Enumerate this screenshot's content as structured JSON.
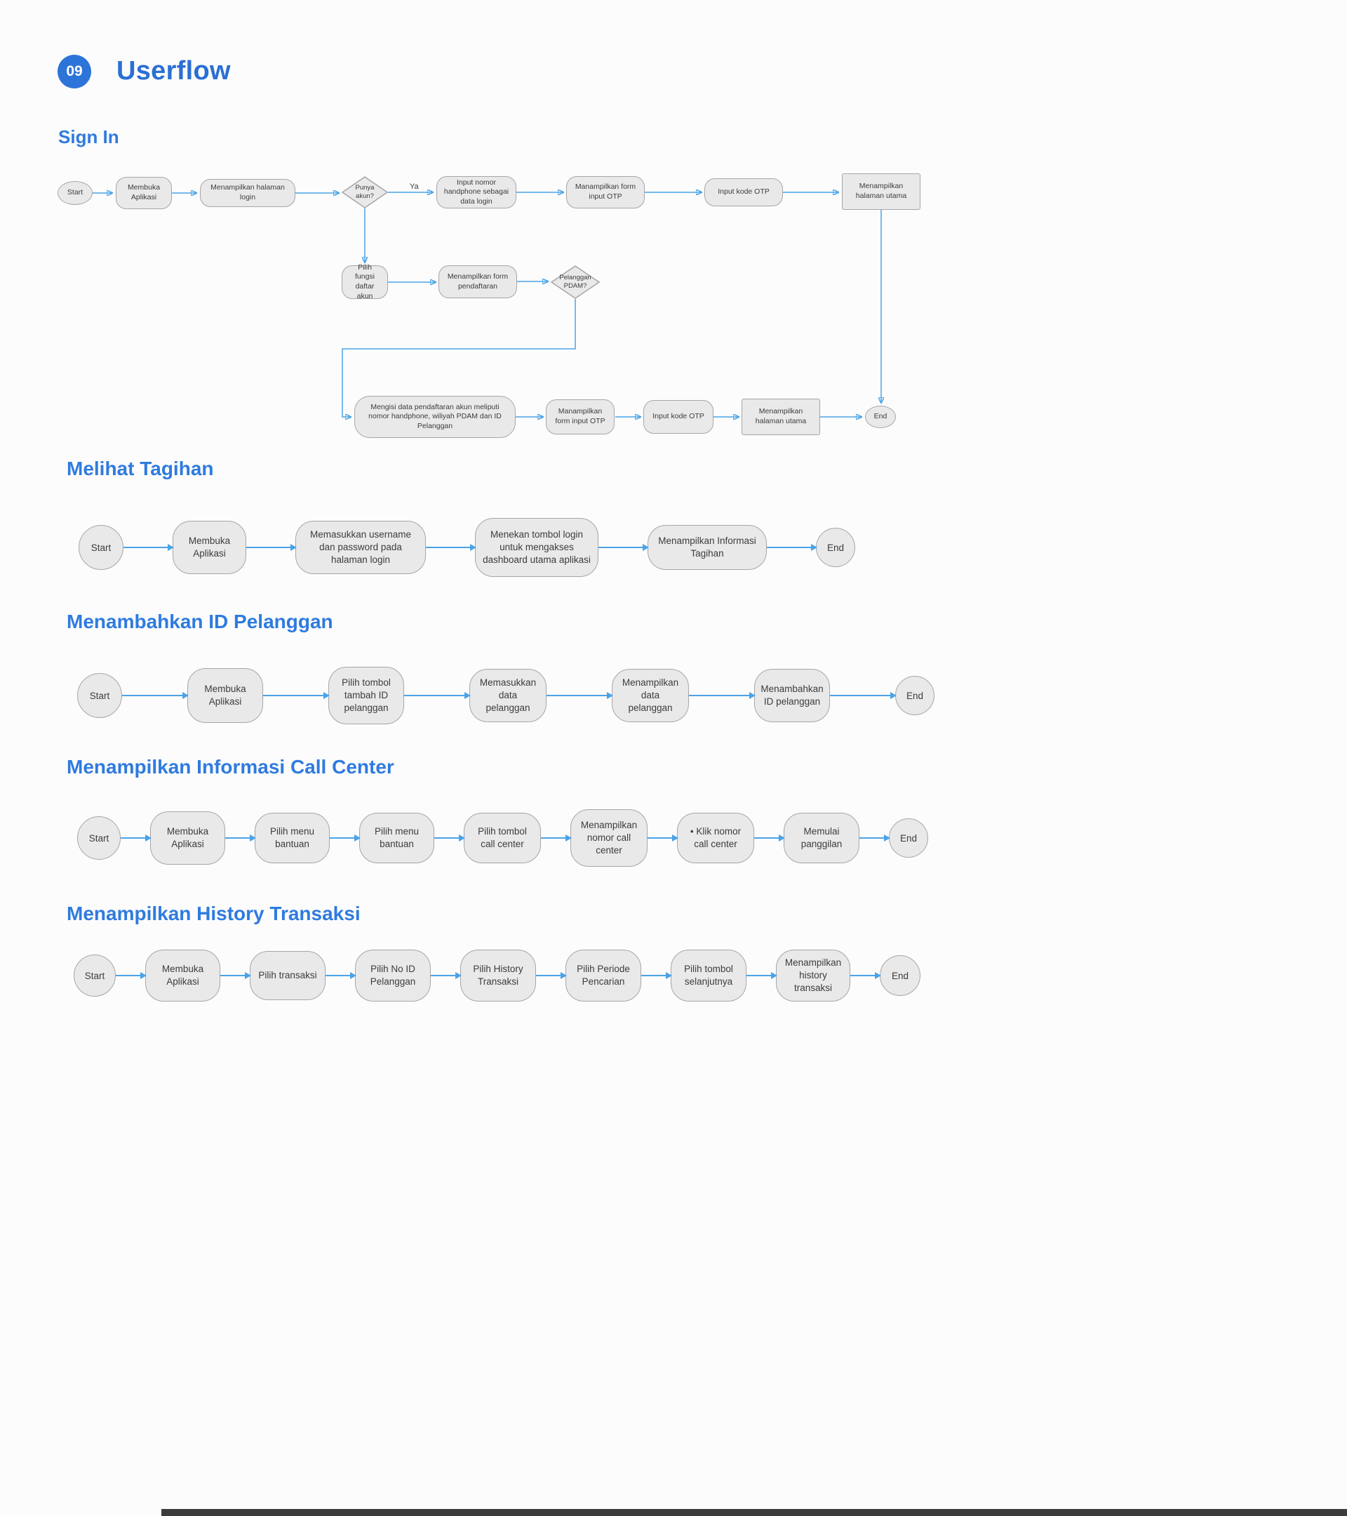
{
  "page": {
    "badge": "09",
    "title": "Userflow",
    "colors": {
      "accent": "#2a6fd4",
      "heading": "#2f7bdf",
      "arrow": "#4aa3e8",
      "node_fill": "#e9e9ea",
      "node_border": "#a6a6aa"
    }
  },
  "signin": {
    "heading": "Sign In",
    "nodes": {
      "start": "Start",
      "membuka": "Membuka Aplikasi",
      "halaman_login": "Menampilkan halaman login",
      "punya_akun": "Punya akun?",
      "ya": "Ya",
      "input_nomor": "Input nomor handphone sebagai data login",
      "form_otp_1": "Manampilkan form input OTP",
      "input_kode_1": "Input kode OTP",
      "halaman_utama_1": "Menampilkan halaman utama",
      "pilih_daftar": "Pilih fungsi daftar akun",
      "form_pendaftaran": "Menampilkan form pendaftaran",
      "pelanggan_pdam": "Pelanggan PDAM?",
      "mengisi_data": "Mengisi data pendaftaran akun meliputi nomor handphone, wiliyah PDAM dan ID Pelanggan",
      "form_otp_2": "Manampilkan form input OTP",
      "input_kode_2": "Input kode OTP",
      "halaman_utama_2": "Menampilkan halaman utama",
      "end": "End"
    }
  },
  "flows": [
    {
      "heading": "Melihat Tagihan",
      "indent": 112,
      "arrow": 70,
      "nodes": [
        {
          "type": "terminal",
          "label": "Start",
          "d": 64
        },
        {
          "type": "process",
          "label": "Membuka Aplikasi",
          "w": 105,
          "h": 76
        },
        {
          "type": "process",
          "label": "Memasukkan username dan password pada halaman login",
          "w": 186,
          "h": 76
        },
        {
          "type": "process",
          "label": "Menekan tombol login untuk mengakses dashboard utama aplikasi",
          "w": 176,
          "h": 84
        },
        {
          "type": "process",
          "label": "Menampilkan Informasi Tagihan",
          "w": 170,
          "h": 64
        },
        {
          "type": "terminal",
          "label": "End",
          "d": 56
        }
      ]
    },
    {
      "heading": "Menambahkan ID Pelanggan",
      "indent": 110,
      "arrow": 93,
      "nodes": [
        {
          "type": "terminal",
          "label": "Start",
          "d": 64
        },
        {
          "type": "process",
          "label": "Membuka Aplikasi",
          "w": 108,
          "h": 78
        },
        {
          "type": "process",
          "label": "Pilih tombol tambah ID pelanggan",
          "w": 108,
          "h": 82
        },
        {
          "type": "process",
          "label": "Memasukkan data pelanggan",
          "w": 110,
          "h": 76
        },
        {
          "type": "process",
          "label": "Menampilkan data pelanggan",
          "w": 110,
          "h": 76
        },
        {
          "type": "process",
          "label": "Menambahkan ID pelanggan",
          "w": 108,
          "h": 76
        },
        {
          "type": "terminal",
          "label": "End",
          "d": 56
        }
      ]
    },
    {
      "heading": "Menampilkan Informasi Call Center",
      "indent": 110,
      "arrow": 42,
      "nodes": [
        {
          "type": "terminal",
          "label": "Start",
          "d": 62
        },
        {
          "type": "process",
          "label": "Membuka Aplikasi",
          "w": 107,
          "h": 76
        },
        {
          "type": "process",
          "label": "Pilih menu bantuan",
          "w": 107,
          "h": 72
        },
        {
          "type": "process",
          "label": "Pilih menu bantuan",
          "w": 107,
          "h": 72
        },
        {
          "type": "process",
          "label": "Pilih tombol call center",
          "w": 110,
          "h": 72
        },
        {
          "type": "process",
          "label": "Menampilkan nomor call center",
          "w": 110,
          "h": 82
        },
        {
          "type": "process",
          "label": "• Klik nomor call center",
          "w": 110,
          "h": 72
        },
        {
          "type": "process",
          "label": "Memulai panggilan",
          "w": 108,
          "h": 72
        },
        {
          "type": "terminal",
          "label": "End",
          "d": 56
        }
      ]
    },
    {
      "heading": "Menampilkan History Transaksi",
      "indent": 105,
      "arrow": 42,
      "nodes": [
        {
          "type": "terminal",
          "label": "Start",
          "d": 60
        },
        {
          "type": "process",
          "label": "Membuka Aplikasi",
          "w": 107,
          "h": 74
        },
        {
          "type": "process",
          "label": "Pilih transaksi",
          "w": 108,
          "h": 70
        },
        {
          "type": "process",
          "label": "Pilih No ID Pelanggan",
          "w": 108,
          "h": 74
        },
        {
          "type": "process",
          "label": "Pilih History Transaksi",
          "w": 108,
          "h": 74
        },
        {
          "type": "process",
          "label": "Pilih Periode Pencarian",
          "w": 108,
          "h": 74
        },
        {
          "type": "process",
          "label": "Pilih tombol selanjutnya",
          "w": 108,
          "h": 74
        },
        {
          "type": "process",
          "label": "Menampilkan history transaksi",
          "w": 106,
          "h": 74
        },
        {
          "type": "terminal",
          "label": "End",
          "d": 58
        }
      ]
    }
  ]
}
